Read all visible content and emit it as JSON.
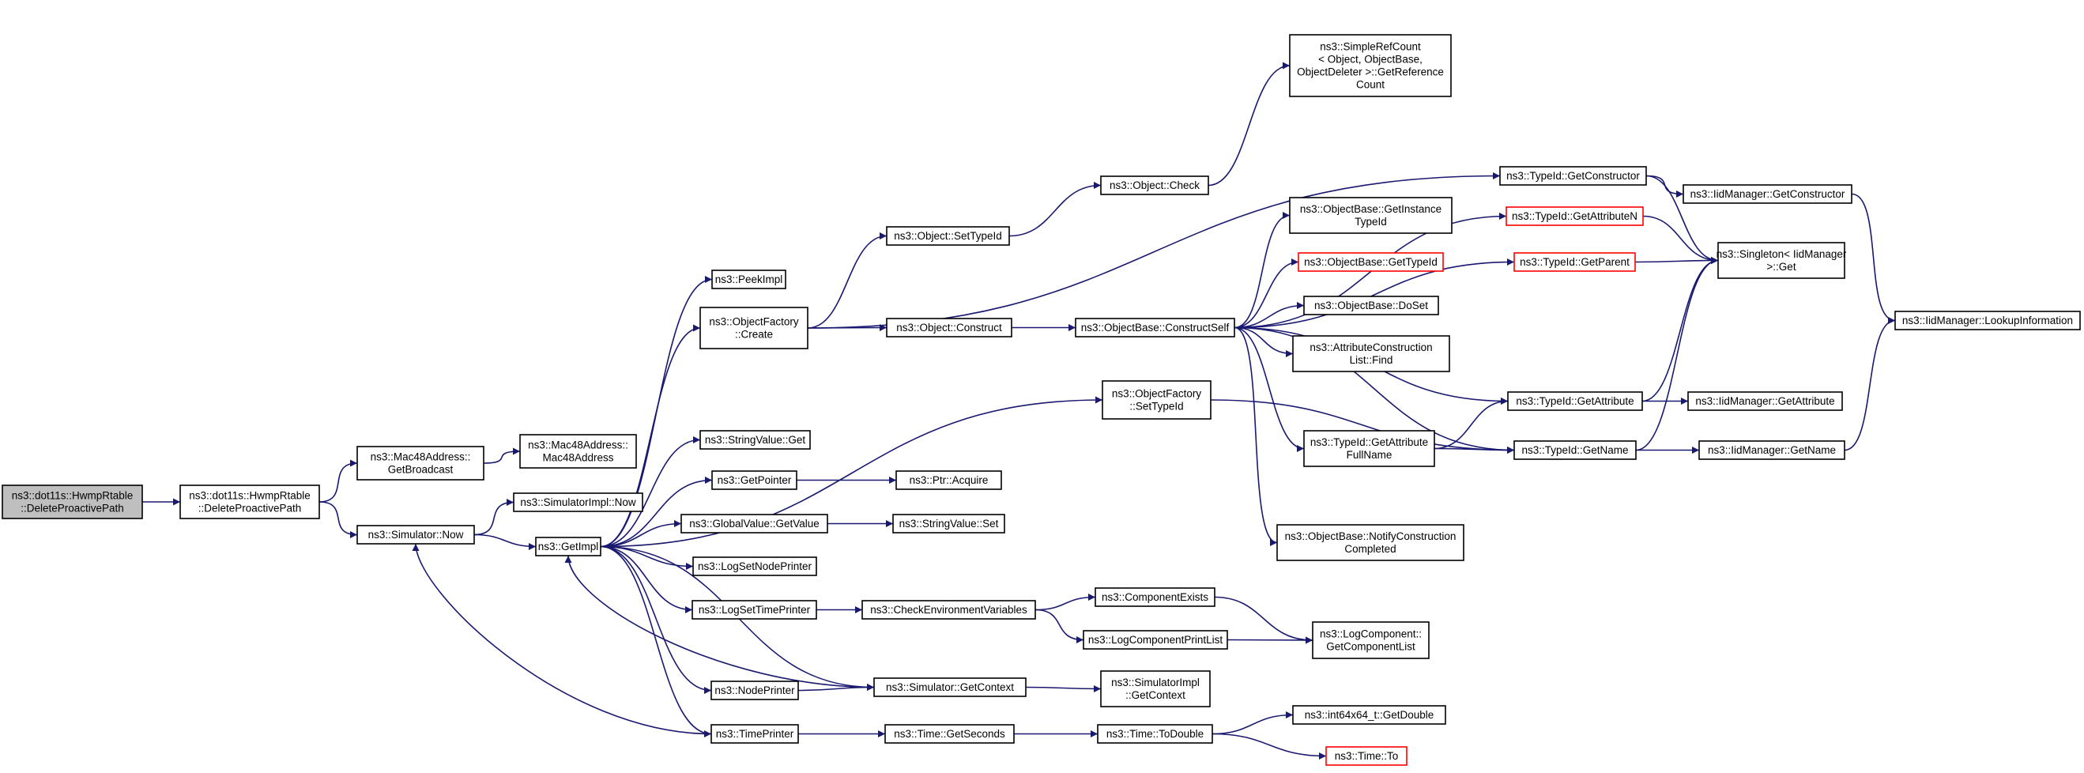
{
  "diagram": {
    "type": "call-graph",
    "edge_color": "#191970",
    "node_border_color": "#000000",
    "node_border_color_truncated": "#ff0000",
    "root_fill_color": "#bfbfbf",
    "nodes": [
      {
        "id": "root",
        "lines": [
          "ns3::dot11s::HwmpRtable",
          "::DeleteProactivePath"
        ]
      },
      {
        "id": "hwmp_dpp",
        "lines": [
          "ns3::dot11s::HwmpRtable",
          "::DeleteProactivePath"
        ]
      },
      {
        "id": "mac_gb",
        "lines": [
          "ns3::Mac48Address::",
          "GetBroadcast"
        ]
      },
      {
        "id": "mac_ctor",
        "lines": [
          "ns3::Mac48Address::",
          "Mac48Address"
        ]
      },
      {
        "id": "sim_now",
        "lines": [
          "ns3::Simulator::Now"
        ]
      },
      {
        "id": "simimpl_now",
        "lines": [
          "ns3::SimulatorImpl::Now"
        ]
      },
      {
        "id": "getimpl",
        "lines": [
          "ns3::GetImpl"
        ]
      },
      {
        "id": "peekimpl",
        "lines": [
          "ns3::PeekImpl"
        ]
      },
      {
        "id": "of_create",
        "lines": [
          "ns3::ObjectFactory",
          "::Create"
        ]
      },
      {
        "id": "strval_get",
        "lines": [
          "ns3::StringValue::Get"
        ]
      },
      {
        "id": "getpointer",
        "lines": [
          "ns3::GetPointer"
        ]
      },
      {
        "id": "gv_getvalue",
        "lines": [
          "ns3::GlobalValue::GetValue"
        ]
      },
      {
        "id": "lognodeprinter",
        "lines": [
          "ns3::LogSetNodePrinter"
        ]
      },
      {
        "id": "logtimeprinter",
        "lines": [
          "ns3::LogSetTimePrinter"
        ]
      },
      {
        "id": "nodeprinter",
        "lines": [
          "ns3::NodePrinter"
        ]
      },
      {
        "id": "timeprinter",
        "lines": [
          "ns3::TimePrinter"
        ]
      },
      {
        "id": "obj_settypeid",
        "lines": [
          "ns3::Object::SetTypeId"
        ]
      },
      {
        "id": "obj_construct",
        "lines": [
          "ns3::Object::Construct"
        ]
      },
      {
        "id": "ptr_acquire",
        "lines": [
          "ns3::Ptr::Acquire"
        ]
      },
      {
        "id": "strval_set",
        "lines": [
          "ns3::StringValue::Set"
        ]
      },
      {
        "id": "checkenv",
        "lines": [
          "ns3::CheckEnvironmentVariables"
        ]
      },
      {
        "id": "sim_getctx",
        "lines": [
          "ns3::Simulator::GetContext"
        ]
      },
      {
        "id": "time_getsec",
        "lines": [
          "ns3::Time::GetSeconds"
        ]
      },
      {
        "id": "obj_check",
        "lines": [
          "ns3::Object::Check"
        ]
      },
      {
        "id": "ob_constructself",
        "lines": [
          "ns3::ObjectBase::ConstructSelf"
        ]
      },
      {
        "id": "of_settypeid",
        "lines": [
          "ns3::ObjectFactory",
          "::SetTypeId"
        ]
      },
      {
        "id": "compexists",
        "lines": [
          "ns3::ComponentExists"
        ]
      },
      {
        "id": "logcompprintlist",
        "lines": [
          "ns3::LogComponentPrintList"
        ]
      },
      {
        "id": "simimpl_getctx",
        "lines": [
          "ns3::SimulatorImpl",
          "::GetContext"
        ]
      },
      {
        "id": "time_todouble",
        "lines": [
          "ns3::Time::ToDouble"
        ]
      },
      {
        "id": "simplerefcount",
        "lines": [
          "ns3::SimpleRefCount",
          "< Object, ObjectBase,",
          "ObjectDeleter >::GetReference",
          "Count"
        ]
      },
      {
        "id": "ob_getinstancetypeid",
        "lines": [
          "ns3::ObjectBase::GetInstance",
          "TypeId"
        ]
      },
      {
        "id": "ob_gettypeid",
        "lines": [
          "ns3::ObjectBase::GetTypeId"
        ],
        "truncated": true
      },
      {
        "id": "ob_doset",
        "lines": [
          "ns3::ObjectBase::DoSet"
        ]
      },
      {
        "id": "acl_find",
        "lines": [
          "ns3::AttributeConstruction",
          "List::Find"
        ]
      },
      {
        "id": "tid_getattrfullname",
        "lines": [
          "ns3::TypeId::GetAttribute",
          "FullName"
        ]
      },
      {
        "id": "ob_notifyconstruction",
        "lines": [
          "ns3::ObjectBase::NotifyConstruction",
          "Completed"
        ]
      },
      {
        "id": "logcomp_getlist",
        "lines": [
          "ns3::LogComponent::",
          "GetComponentList"
        ]
      },
      {
        "id": "int64_getdouble",
        "lines": [
          "ns3::int64x64_t::GetDouble"
        ]
      },
      {
        "id": "time_to",
        "lines": [
          "ns3::Time::To"
        ],
        "truncated": true
      },
      {
        "id": "tid_getconstructor",
        "lines": [
          "ns3::TypeId::GetConstructor"
        ]
      },
      {
        "id": "tid_getattributen",
        "lines": [
          "ns3::TypeId::GetAttributeN"
        ],
        "truncated": true
      },
      {
        "id": "tid_getparent",
        "lines": [
          "ns3::TypeId::GetParent"
        ],
        "truncated": true
      },
      {
        "id": "tid_getattribute",
        "lines": [
          "ns3::TypeId::GetAttribute"
        ]
      },
      {
        "id": "tid_getname",
        "lines": [
          "ns3::TypeId::GetName"
        ]
      },
      {
        "id": "iid_getconstructor",
        "lines": [
          "ns3::IidManager::GetConstructor"
        ]
      },
      {
        "id": "singleton_get",
        "lines": [
          "ns3::Singleton< IidManager",
          ">::Get"
        ]
      },
      {
        "id": "iid_getattribute",
        "lines": [
          "ns3::IidManager::GetAttribute"
        ]
      },
      {
        "id": "iid_getname",
        "lines": [
          "ns3::IidManager::GetName"
        ]
      },
      {
        "id": "iid_lookupinfo",
        "lines": [
          "ns3::IidManager::LookupInformation"
        ]
      }
    ],
    "edges": [
      [
        "root",
        "hwmp_dpp"
      ],
      [
        "hwmp_dpp",
        "mac_gb"
      ],
      [
        "hwmp_dpp",
        "sim_now"
      ],
      [
        "mac_gb",
        "mac_ctor"
      ],
      [
        "sim_now",
        "simimpl_now"
      ],
      [
        "sim_now",
        "getimpl"
      ],
      [
        "getimpl",
        "peekimpl"
      ],
      [
        "getimpl",
        "of_create"
      ],
      [
        "getimpl",
        "of_settypeid"
      ],
      [
        "getimpl",
        "strval_get"
      ],
      [
        "getimpl",
        "getpointer"
      ],
      [
        "getimpl",
        "gv_getvalue"
      ],
      [
        "getimpl",
        "lognodeprinter"
      ],
      [
        "getimpl",
        "logtimeprinter"
      ],
      [
        "getimpl",
        "nodeprinter"
      ],
      [
        "getimpl",
        "timeprinter"
      ],
      [
        "getimpl",
        "sim_getctx"
      ],
      [
        "of_create",
        "obj_settypeid"
      ],
      [
        "of_create",
        "obj_construct"
      ],
      [
        "of_create",
        "tid_getconstructor"
      ],
      [
        "getpointer",
        "ptr_acquire"
      ],
      [
        "gv_getvalue",
        "strval_set"
      ],
      [
        "logtimeprinter",
        "checkenv"
      ],
      [
        "nodeprinter",
        "sim_getctx"
      ],
      [
        "timeprinter",
        "time_getsec"
      ],
      [
        "timeprinter",
        "sim_now"
      ],
      [
        "obj_settypeid",
        "obj_check"
      ],
      [
        "obj_construct",
        "ob_constructself"
      ],
      [
        "checkenv",
        "compexists"
      ],
      [
        "checkenv",
        "logcompprintlist"
      ],
      [
        "sim_getctx",
        "simimpl_getctx"
      ],
      [
        "sim_getctx",
        "getimpl"
      ],
      [
        "time_getsec",
        "time_todouble"
      ],
      [
        "obj_check",
        "simplerefcount"
      ],
      [
        "ob_constructself",
        "ob_getinstancetypeid"
      ],
      [
        "ob_constructself",
        "ob_gettypeid"
      ],
      [
        "ob_constructself",
        "ob_doset"
      ],
      [
        "ob_constructself",
        "acl_find"
      ],
      [
        "ob_constructself",
        "tid_getattrfullname"
      ],
      [
        "ob_constructself",
        "ob_notifyconstruction"
      ],
      [
        "ob_constructself",
        "tid_getattributen"
      ],
      [
        "ob_constructself",
        "tid_getparent"
      ],
      [
        "ob_constructself",
        "tid_getattribute"
      ],
      [
        "ob_constructself",
        "tid_getname"
      ],
      [
        "of_settypeid",
        "tid_getname"
      ],
      [
        "compexists",
        "logcomp_getlist"
      ],
      [
        "logcompprintlist",
        "logcomp_getlist"
      ],
      [
        "time_todouble",
        "int64_getdouble"
      ],
      [
        "time_todouble",
        "time_to"
      ],
      [
        "tid_getattrfullname",
        "tid_getattribute"
      ],
      [
        "tid_getattrfullname",
        "tid_getname"
      ],
      [
        "tid_getconstructor",
        "iid_getconstructor"
      ],
      [
        "tid_getconstructor",
        "singleton_get"
      ],
      [
        "tid_getattributen",
        "singleton_get"
      ],
      [
        "tid_getparent",
        "singleton_get"
      ],
      [
        "tid_getattribute",
        "singleton_get"
      ],
      [
        "tid_getattribute",
        "iid_getattribute"
      ],
      [
        "tid_getname",
        "singleton_get"
      ],
      [
        "tid_getname",
        "iid_getname"
      ],
      [
        "iid_getconstructor",
        "iid_lookupinfo"
      ],
      [
        "iid_getname",
        "iid_lookupinfo"
      ]
    ]
  }
}
